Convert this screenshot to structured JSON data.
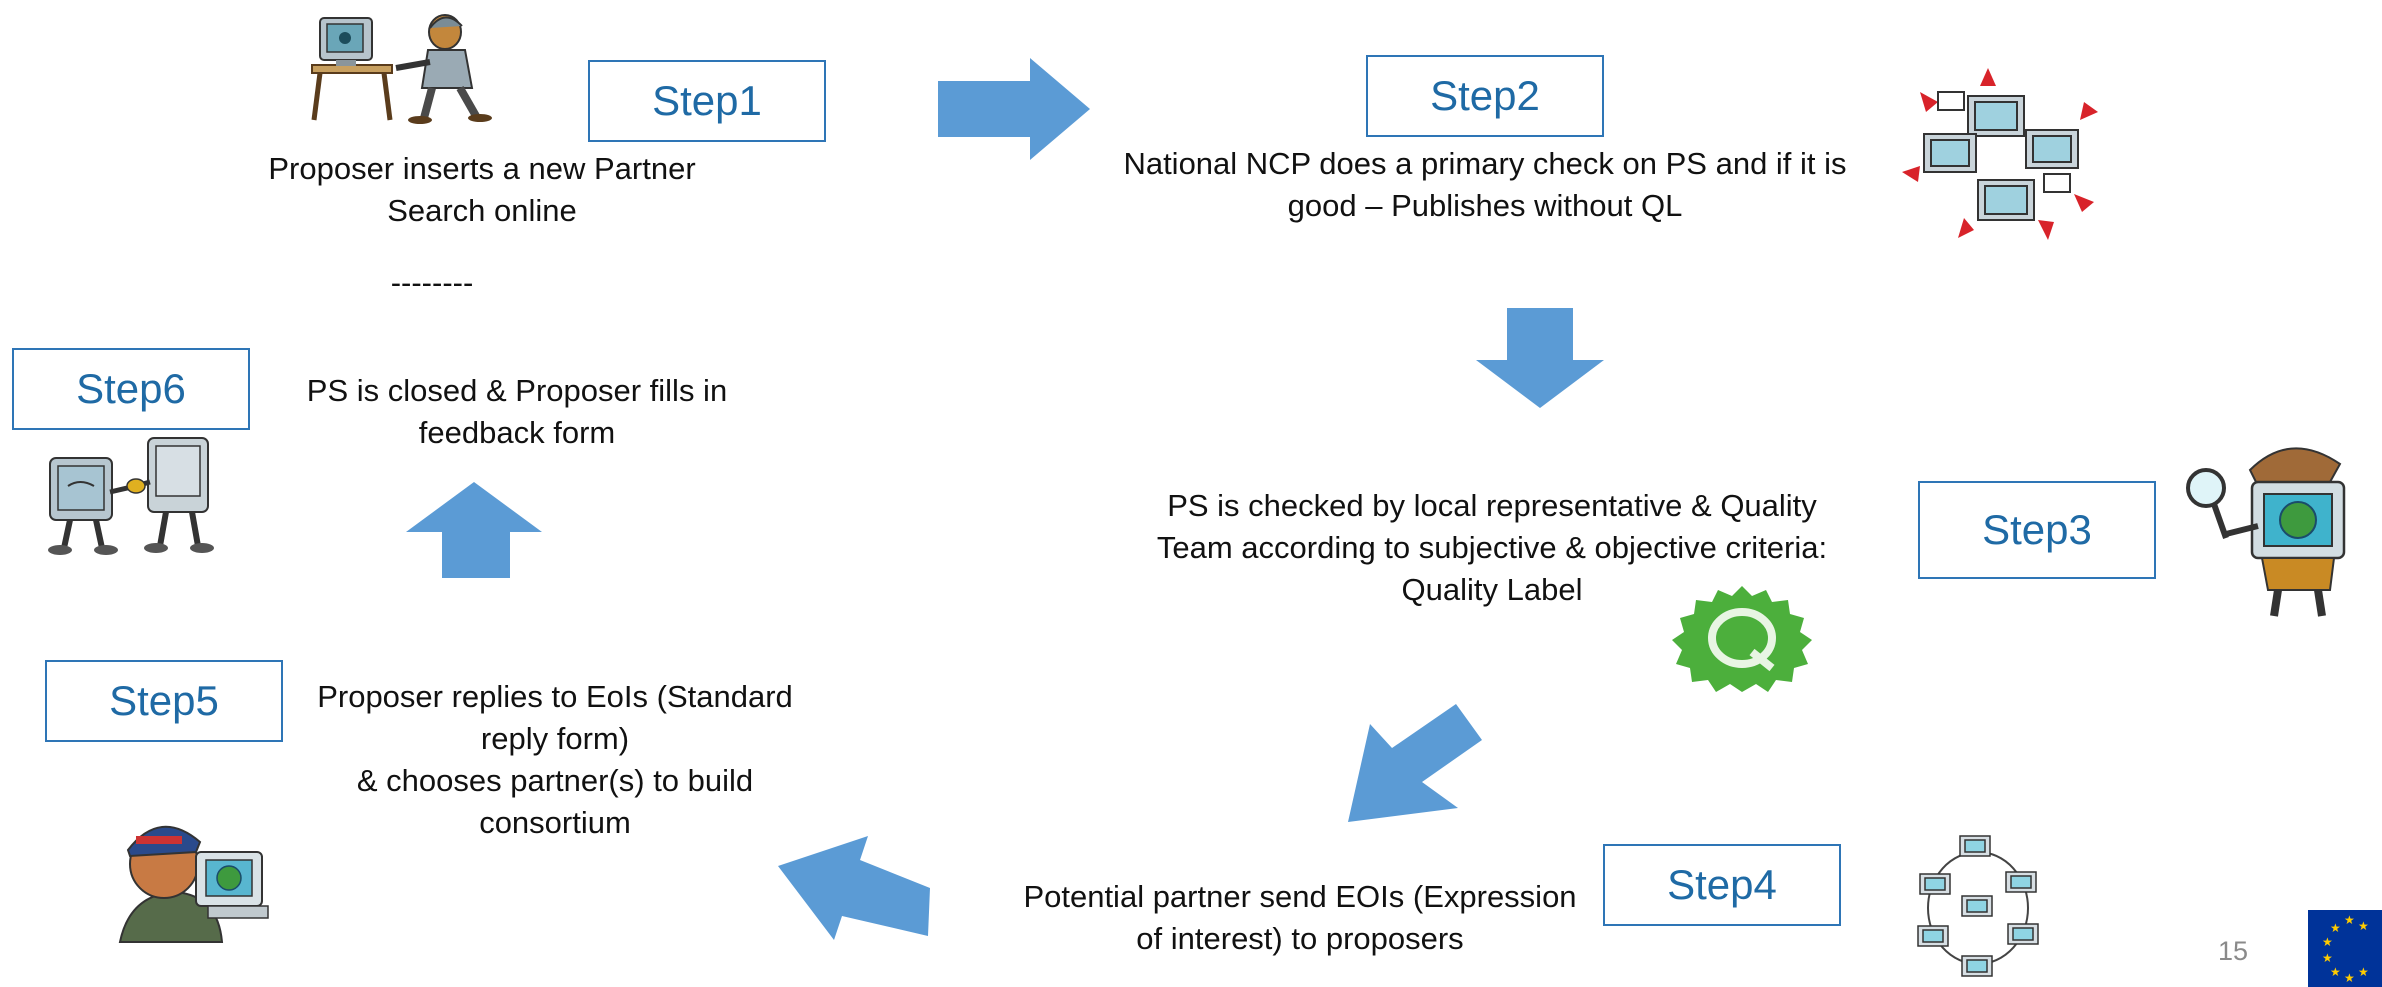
{
  "steps": [
    {
      "label": "Step1",
      "text": "Proposer inserts a new Partner\nSearch online"
    },
    {
      "label": "Step2",
      "text": "National NCP does a primary check on PS and if it is\ngood – Publishes without QL"
    },
    {
      "label": "Step3",
      "text": "PS is checked by local representative & Quality\nTeam according to subjective & objective criteria:\nQuality Label"
    },
    {
      "label": "Step4",
      "text": "Potential partner send EOIs (Expression\nof interest) to  proposers"
    },
    {
      "label": "Step5",
      "text": "Proposer replies to EoIs (Standard\nreply form)\n& chooses partner(s) to build\nconsortium"
    },
    {
      "label": "Step6",
      "text": "PS is closed & Proposer fills in\nfeedback form"
    }
  ],
  "separator": "--------",
  "page_number": "15",
  "colors": {
    "arrow": "#5b9bd5",
    "box_border": "#2e75b6",
    "step_text": "#1f6aa5",
    "eu_blue": "#003399",
    "eu_star": "#ffcc00",
    "quality_green": "#4caf3c"
  },
  "icons": [
    "computer-user-icon",
    "network-computers-icon",
    "detective-computer-icon",
    "quality-label-icon",
    "computer-network-icon",
    "man-computer-icon",
    "computers-handshake-icon",
    "eu-flag-icon"
  ]
}
